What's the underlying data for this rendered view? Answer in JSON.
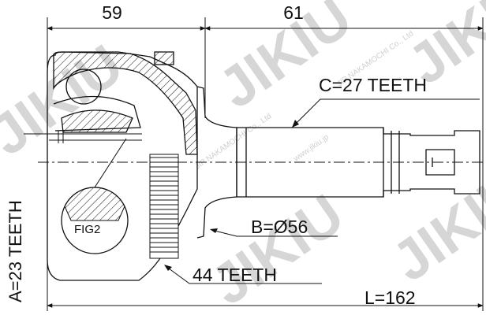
{
  "dimensions": {
    "left_length": "59",
    "right_length": "61",
    "total_length": "L=162"
  },
  "callouts": {
    "spline_c": "C=27 TEETH",
    "spline_a": "A=23 TEETH",
    "diameter_b": "B=Ø56",
    "abs_ring": "44 TEETH",
    "detail": "FIG2"
  },
  "watermark": {
    "brand": "JIKIU",
    "tagline": "JIP NAKAMOCHI Co., Ltd",
    "url": "www.jikiu.jp"
  },
  "colors": {
    "line": "#111111",
    "watermark": "#d6d6d6",
    "background": "#ffffff"
  }
}
